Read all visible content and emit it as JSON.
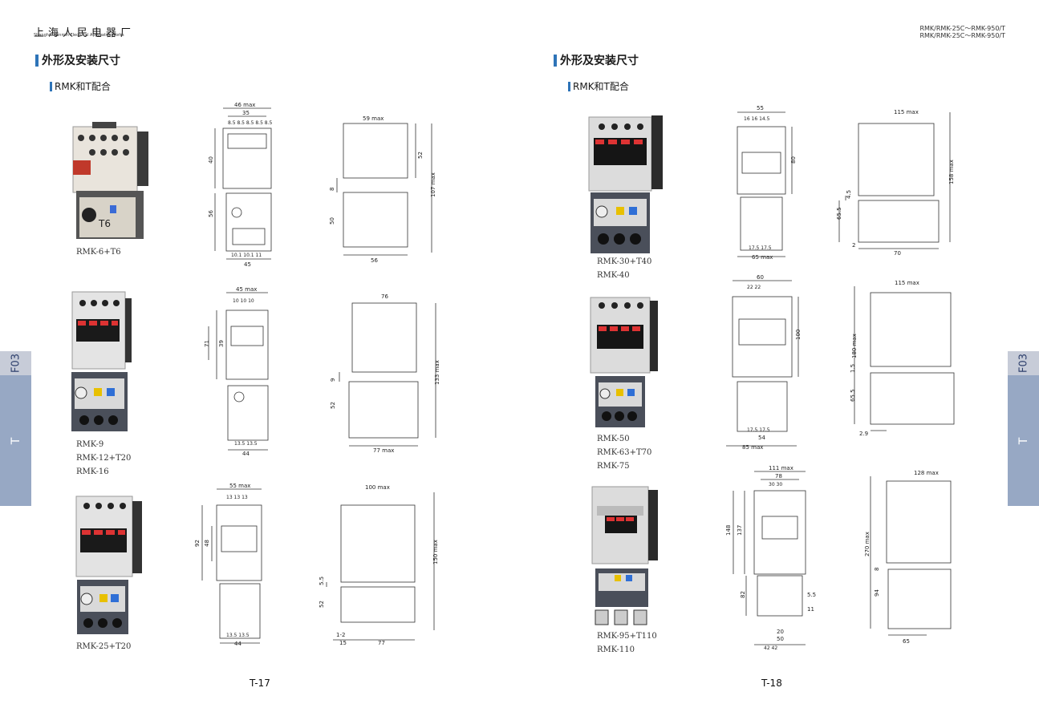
{
  "header": {
    "brand_cn": "上海人民电器厂",
    "brand_en": "Shanghai Renmin Electrical Apparatus Works",
    "model_line_1": "RMK/RMK-25C～RMK-950/T",
    "model_line_2": "RMK/RMK-25C～RMK-950/T"
  },
  "section": {
    "title": "外形及安装尺寸",
    "subtitle": "RMK和T配合"
  },
  "side_tab": {
    "code": "F03",
    "letter": "T"
  },
  "left_page": {
    "page_number": "T-17",
    "rows": [
      {
        "caption": [
          "RMK-6+T6"
        ],
        "front_dims": {
          "top_max": "46 max",
          "top": "35",
          "pitch": "8.5 8.5 8.5 8.5 8.5",
          "h_upper": "40",
          "h_lower": "56",
          "bottom_pitch": "10.1 10.1 11",
          "bottom": "45"
        },
        "side_dims": {
          "top_max": "59 max",
          "h_upper": "52",
          "gap": "8",
          "h_lower": "50",
          "total": "107 max",
          "bottom": "56"
        },
        "product_label": "T6"
      },
      {
        "caption": [
          "RMK-9",
          "RMK-12+T20",
          "RMK-16"
        ],
        "front_dims": {
          "top_max": "45 max",
          "pitch": "10 10 10",
          "h_inner": "39",
          "h_upper": "71",
          "bottom_pitch": "13.5 13.5",
          "bottom": "44"
        },
        "side_dims": {
          "top_max": "76",
          "gap": "9",
          "h_lower": "52",
          "total": "133 max",
          "bottom": "77 max"
        }
      },
      {
        "caption": [
          "RMK-25+T20"
        ],
        "front_dims": {
          "top_max": "55 max",
          "pitch": "13 13 13",
          "h_inner": "48",
          "h_upper": "92",
          "bottom_pitch": "13.5 13.5",
          "bottom": "44"
        },
        "side_dims": {
          "top_max": "100 max",
          "gap": "5.5",
          "h_lower": "52",
          "total": "150 max",
          "foot": "1-2",
          "foot_w": "15",
          "bottom": "77"
        }
      }
    ]
  },
  "right_page": {
    "page_number": "T-18",
    "rows": [
      {
        "caption": [
          "RMK-30+T40",
          "RMK-40"
        ],
        "front_dims": {
          "top": "55",
          "pitch": "16 16 14.5",
          "h_upper": "80",
          "bottom_pitch": "17.5 17.5",
          "bottom": "65 max"
        },
        "side_dims": {
          "top_max": "115 max",
          "gap": "4.5",
          "h_lower": "65.5",
          "total": "158 max",
          "foot": "2",
          "bottom": "70"
        }
      },
      {
        "caption": [
          "RMK-50",
          "RMK-63+T70",
          "RMK-75"
        ],
        "front_dims": {
          "top": "60",
          "pitch": "22 22",
          "h_upper": "100",
          "bottom_pitch": "17.5 17.5",
          "bottom_inner": "54",
          "bottom": "85 max"
        },
        "side_dims": {
          "top_max": "115 max",
          "gap": "1.5",
          "h_lower": "65.5",
          "total": "180 max",
          "foot": "2.9"
        }
      },
      {
        "caption": [
          "RMK-95+T110",
          "RMK-110"
        ],
        "front_dims": {
          "top_max": "111 max",
          "top": "78",
          "pitch": "30 30",
          "h_inner": "137",
          "h_upper": "148",
          "h_lower": "82",
          "hole1": "5.5",
          "hole2": "11",
          "b1": "20",
          "b2": "50",
          "b3": "42 42"
        },
        "side_dims": {
          "top_max": "128 max",
          "gap": "8",
          "h_lower": "94",
          "total": "270 max",
          "bottom": "65"
        }
      }
    ]
  },
  "colors": {
    "accent": "#2e74b8",
    "tab_light": "#c7ccd8",
    "tab_dark": "#97a8c4"
  }
}
